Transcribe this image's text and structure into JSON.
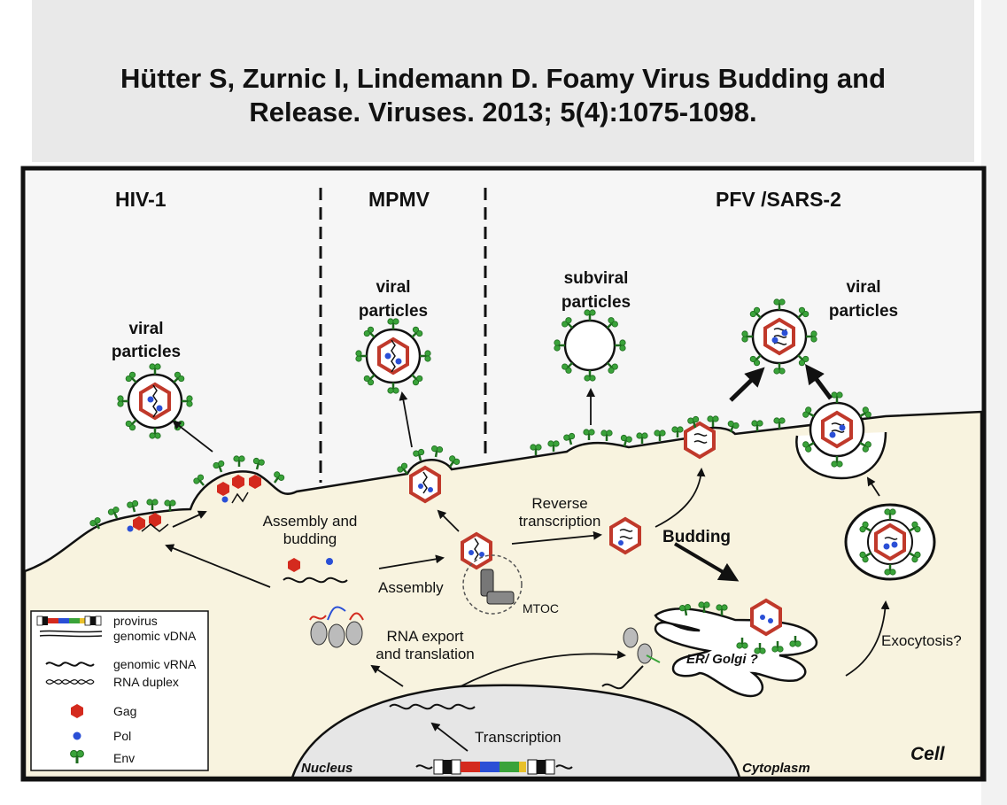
{
  "citation": {
    "line1": "Hütter S, Zurnic I, Lindemann D. Foamy Virus Budding and",
    "line2": "Release. Viruses. 2013; 5(4):1075-1098."
  },
  "sections": {
    "hiv": "HIV-1",
    "mpmv": "MPMV",
    "pfv": "PFV /SARS-2"
  },
  "labels": {
    "hiv_particles_1": "viral",
    "hiv_particles_2": "particles",
    "mpmv_particles_1": "viral",
    "mpmv_particles_2": "particles",
    "subviral_1": "subviral",
    "subviral_2": "particles",
    "pfv_particles_1": "viral",
    "pfv_particles_2": "particles",
    "assembly_budding_1": "Assembly and",
    "assembly_budding_2": "budding",
    "assembly": "Assembly",
    "reverse_transcription_1": "Reverse",
    "reverse_transcription_2": "transcription",
    "budding": "Budding",
    "mtoc": "MTOC",
    "rna_export_1": "RNA export",
    "rna_export_2": "and translation",
    "er_golgi": "ER/ Golgi ?",
    "exocytosis": "Exocytosis?",
    "transcription": "Transcription",
    "nucleus": "Nucleus",
    "cytoplasm": "Cytoplasm",
    "cell": "Cell"
  },
  "legend": {
    "provirus": "provirus",
    "genomic_vdna": "genomic vDNA",
    "genomic_vrna": "genomic vRNA",
    "rna_duplex": "RNA duplex",
    "gag": "Gag",
    "pol": "Pol",
    "env": "Env"
  },
  "colors": {
    "cytoplasm": "#f8f3df",
    "extracellular": "#f6f6f6",
    "nucleus": "#e6e6e6",
    "gag": "#d42a1e",
    "pol": "#2a4fd6",
    "env": "#3aa33a",
    "capsid": "#c0392b"
  }
}
